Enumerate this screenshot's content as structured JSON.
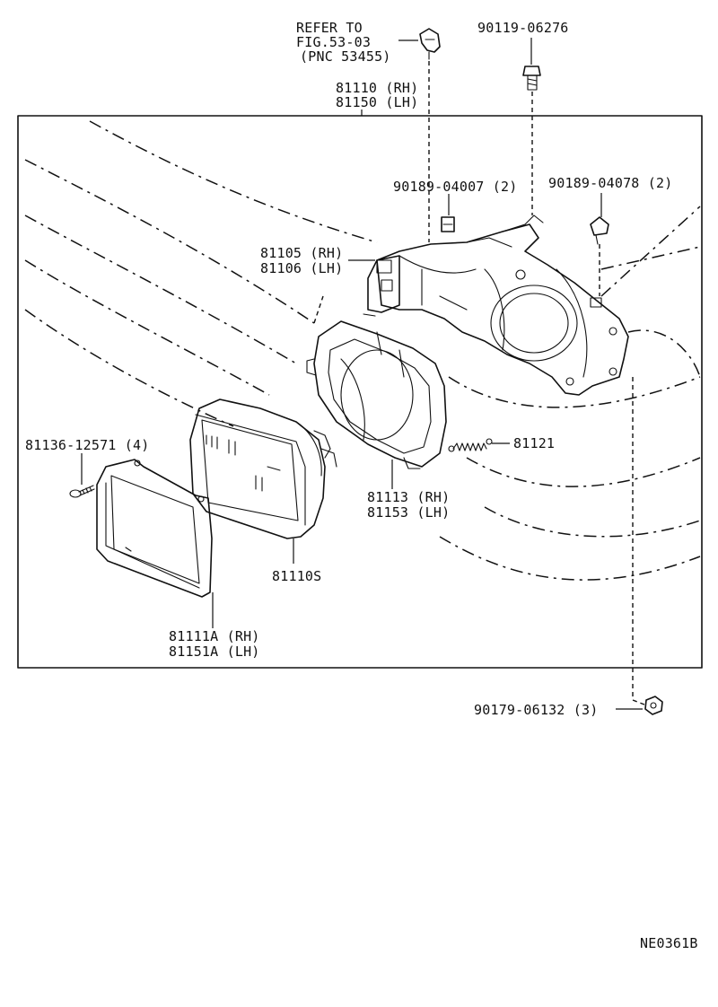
{
  "diagram": {
    "labels": {
      "refer_line1": "REFER TO",
      "refer_line2": "FIG.53-03",
      "refer_line3": "(PNC 53455)",
      "bolt_top": "90119-06276",
      "housing_rh": "81110 (RH)",
      "housing_lh": "81150 (LH)",
      "clip_left": "90189-04007 (2)",
      "clip_right": "90189-04078 (2)",
      "bracket_rh": "81105 (RH)",
      "bracket_lh": "81106 (LH)",
      "screw": "81136-12571 (4)",
      "spring": "81121",
      "mount_rh": "81113 (RH)",
      "mount_lh": "81153 (LH)",
      "sealed_beam": "81110S",
      "rim_rh": "81111A (RH)",
      "rim_lh": "81151A (LH)",
      "nut": "90179-06132 (3)",
      "drawing_code": "NE0361B"
    },
    "icons": [
      "clip-icon",
      "bolt-icon",
      "screw-icon",
      "spring-icon",
      "nut-icon"
    ]
  }
}
